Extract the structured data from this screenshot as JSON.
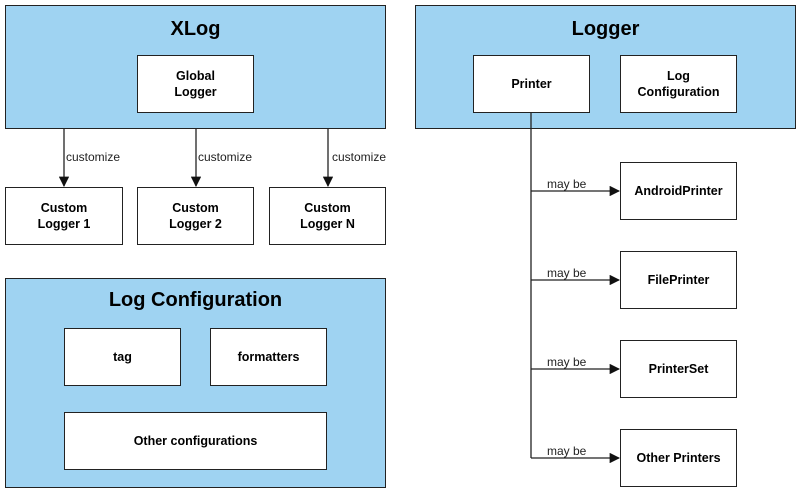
{
  "xlog": {
    "title": "XLog",
    "global_logger": "Global\nLogger",
    "custom_loggers": [
      "Custom\nLogger 1",
      "Custom\nLogger 2",
      "Custom\nLogger N"
    ],
    "edge_label": "customize"
  },
  "log_configuration": {
    "title": "Log Configuration",
    "tag": "tag",
    "formatters": "formatters",
    "other": "Other configurations"
  },
  "logger": {
    "title": "Logger",
    "printer": "Printer",
    "log_configuration": "Log\nConfiguration",
    "edge_label": "may be",
    "printers": [
      "AndroidPrinter",
      "FilePrinter",
      "PrinterSet",
      "Other Printers"
    ]
  },
  "colors": {
    "panel_fill": "#9fd3f2",
    "box_fill": "#ffffff",
    "stroke": "#222222"
  }
}
